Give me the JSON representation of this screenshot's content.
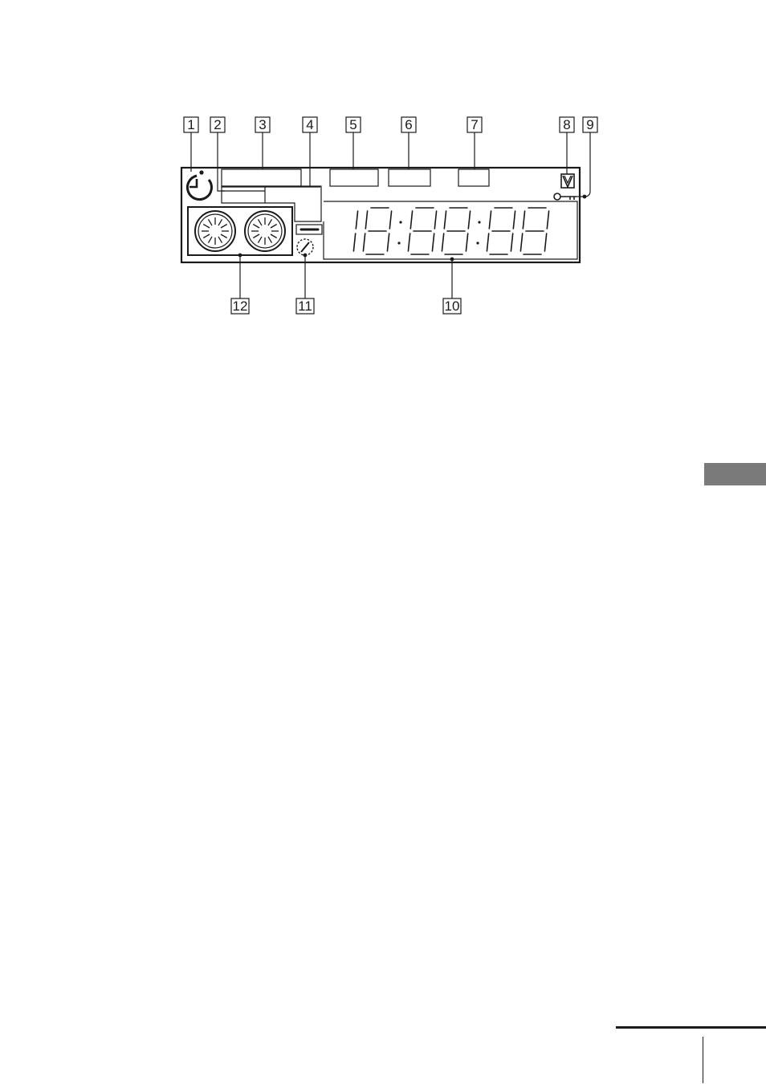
{
  "callouts": [
    {
      "id": "c1",
      "label": "1"
    },
    {
      "id": "c2",
      "label": "2"
    },
    {
      "id": "c3",
      "label": "3"
    },
    {
      "id": "c4",
      "label": "4"
    },
    {
      "id": "c5",
      "label": "5"
    },
    {
      "id": "c6",
      "label": "6"
    },
    {
      "id": "c7",
      "label": "7"
    },
    {
      "id": "c8",
      "label": "8"
    },
    {
      "id": "c9",
      "label": "9"
    },
    {
      "id": "c10",
      "label": "10"
    },
    {
      "id": "c11",
      "label": "11"
    },
    {
      "id": "c12",
      "label": "12"
    }
  ],
  "display": {
    "time_digits": "18:88:88",
    "colors": {
      "ink": "#1a1a1a",
      "tab_gray": "#7a7a7a",
      "background": "#ffffff"
    }
  },
  "icons": [
    "timer-icon",
    "reel-icon",
    "tape-end-icon",
    "lock-key-icon",
    "dial-icon"
  ]
}
